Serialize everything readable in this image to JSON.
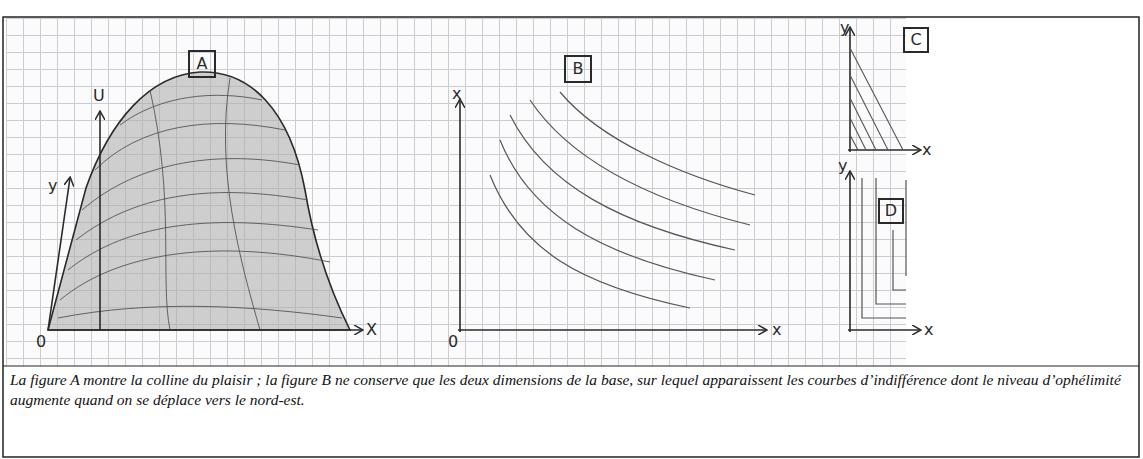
{
  "diagram": {
    "caption": "La figure A montre la colline du plaisir ; la figure B ne conserve que les deux dimensions de la base, sur lequel apparaissent les courbes d’indifférence dont le niveau d’ophélimité augmente quand on se déplace vers le nord-est.",
    "nodes": [
      {
        "text": [
          "A"
        ]
      },
      {
        "text": [
          "B"
        ]
      },
      {
        "text": [
          "C"
        ]
      },
      {
        "text": [
          "D"
        ]
      }
    ],
    "labels": [
      "U",
      "y",
      "X",
      "0",
      "x",
      "0",
      "x",
      "y",
      "x",
      "y",
      "x"
    ]
  }
}
